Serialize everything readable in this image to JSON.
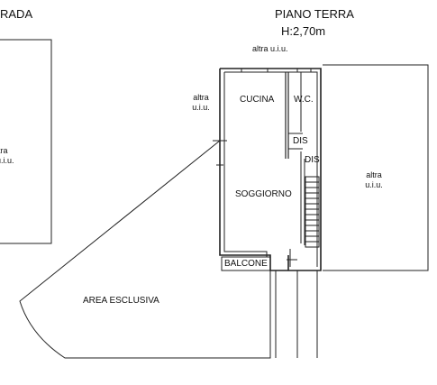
{
  "header": {
    "floor_title": "PIANO TERRA",
    "height_label": "H:2,70m",
    "cut_street_label": "RADA"
  },
  "neighbors": {
    "top": "altra u.i.u.",
    "left_line1": "altra",
    "left_line2": "u.i.u.",
    "right_line1": "altra",
    "right_line2": "u.i.u.",
    "far_left_line1": "ltra",
    "far_left_line2": "u.i.u."
  },
  "rooms": {
    "cucina": "CUCINA",
    "wc": "W.C.",
    "dis1": "DIS",
    "dis2": "DIS",
    "soggiorno": "SOGGIORNO",
    "balcone": "BALCONE",
    "area_esclusiva": "AREA ESCLUSIVA"
  }
}
